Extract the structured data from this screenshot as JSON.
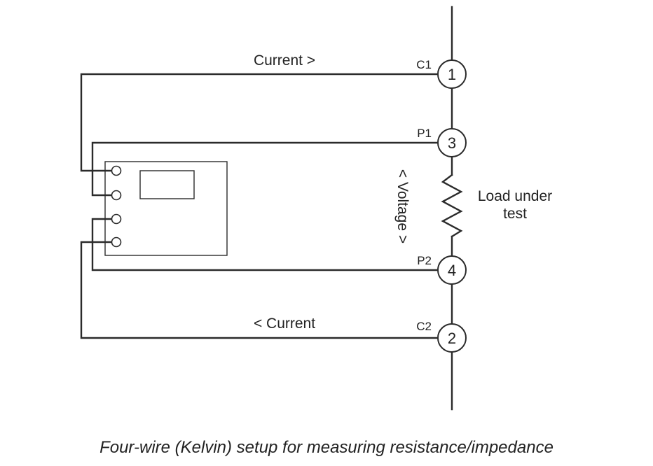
{
  "caption": "Four-wire (Kelvin) setup for measuring resistance/impedance",
  "labels": {
    "current_forward": "Current >",
    "current_return": "< Current",
    "voltage": "< Voltage >",
    "load_line1": "Load under",
    "load_line2": "test"
  },
  "terminals": {
    "c1": {
      "name": "C1",
      "number": "1"
    },
    "p1": {
      "name": "P1",
      "number": "3"
    },
    "p2": {
      "name": "P2",
      "number": "4"
    },
    "c2": {
      "name": "C2",
      "number": "2"
    }
  },
  "colors": {
    "line": "#2b2b2b",
    "text": "#222222",
    "background": "#ffffff"
  }
}
